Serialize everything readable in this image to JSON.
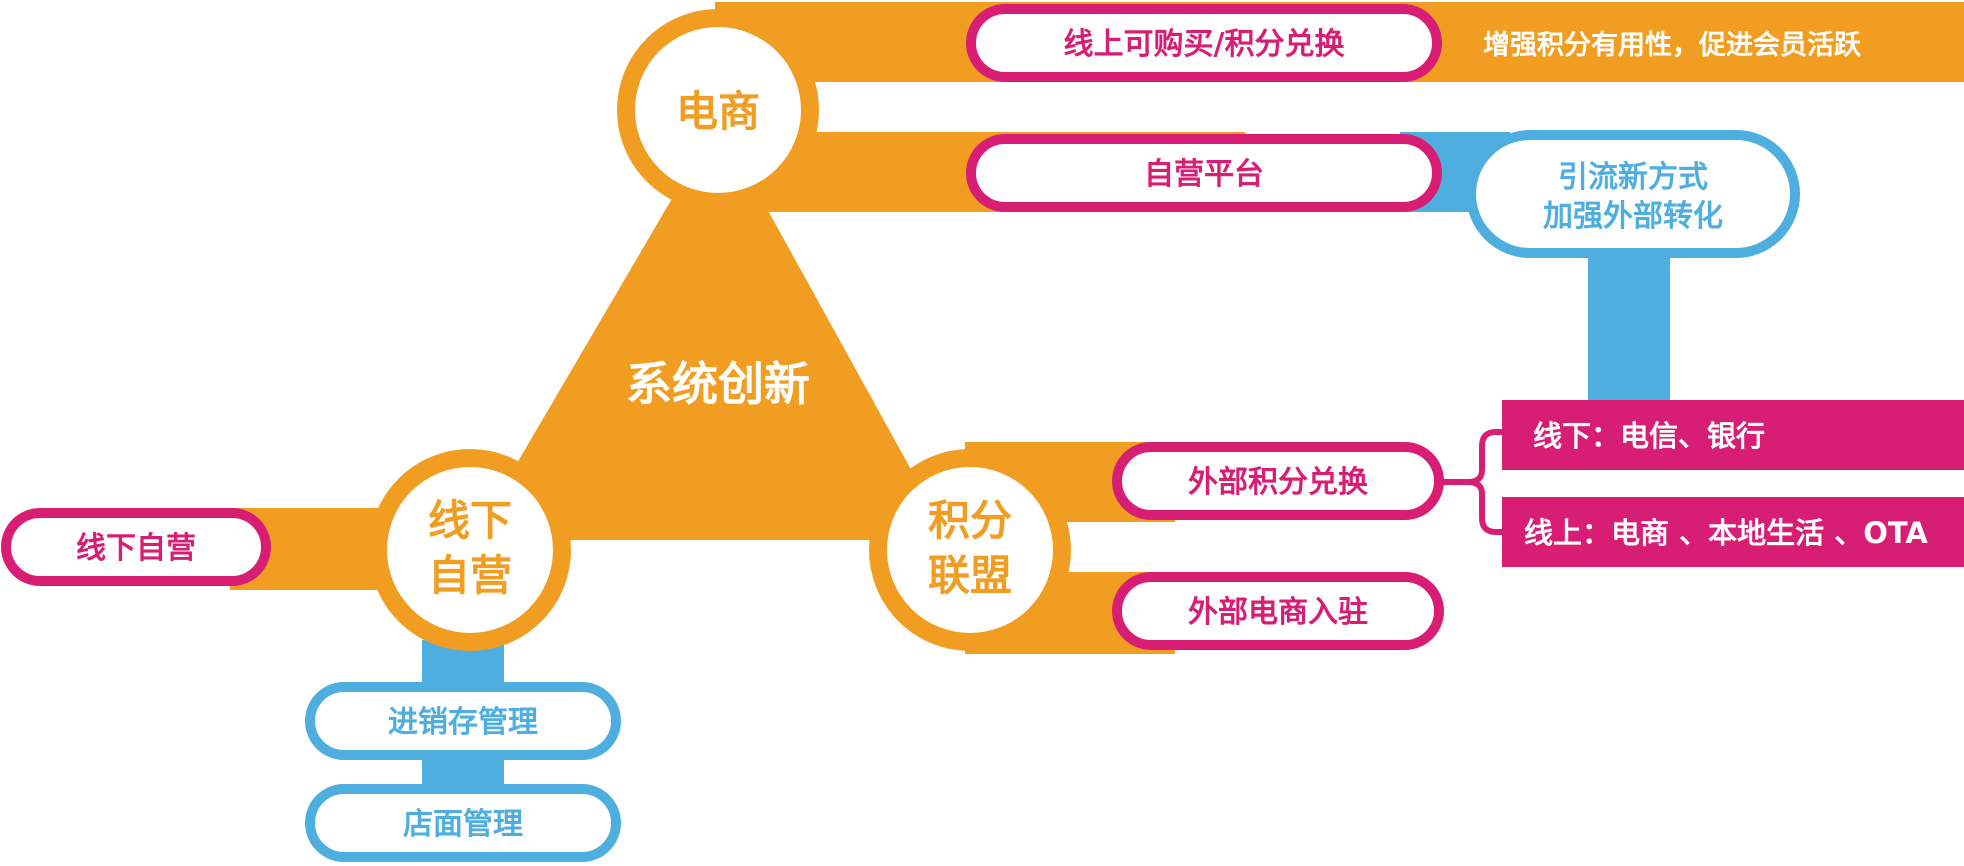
{
  "center": {
    "label": "系统创新"
  },
  "hubs": {
    "ecommerce": {
      "label": "电商"
    },
    "offline": {
      "line1": "线下",
      "line2": "自营"
    },
    "alliance": {
      "line1": "积分",
      "line2": "联盟"
    }
  },
  "ecommerce_branch": {
    "buy_redeem": "线上可购买/积分兑换",
    "buy_redeem_note": "增强积分有用性，促进会员活跃",
    "self_platform": "自营平台",
    "new_traffic_line1": "引流新方式",
    "new_traffic_line2": "加强外部转化"
  },
  "offline_branch": {
    "left_pill": "线下自营",
    "inventory": "进销存管理",
    "store": "店面管理"
  },
  "alliance_branch": {
    "external_redeem": "外部积分兑换",
    "external_ecommerce": "外部电商入驻",
    "offline_partners": "线下：电信、银行",
    "online_partners": "线上：电商 、本地生活 、OTA"
  },
  "colors": {
    "orange": "#F09D22",
    "magenta": "#D81E74",
    "blue": "#4FAEE0",
    "white": "#FFFFFF"
  }
}
